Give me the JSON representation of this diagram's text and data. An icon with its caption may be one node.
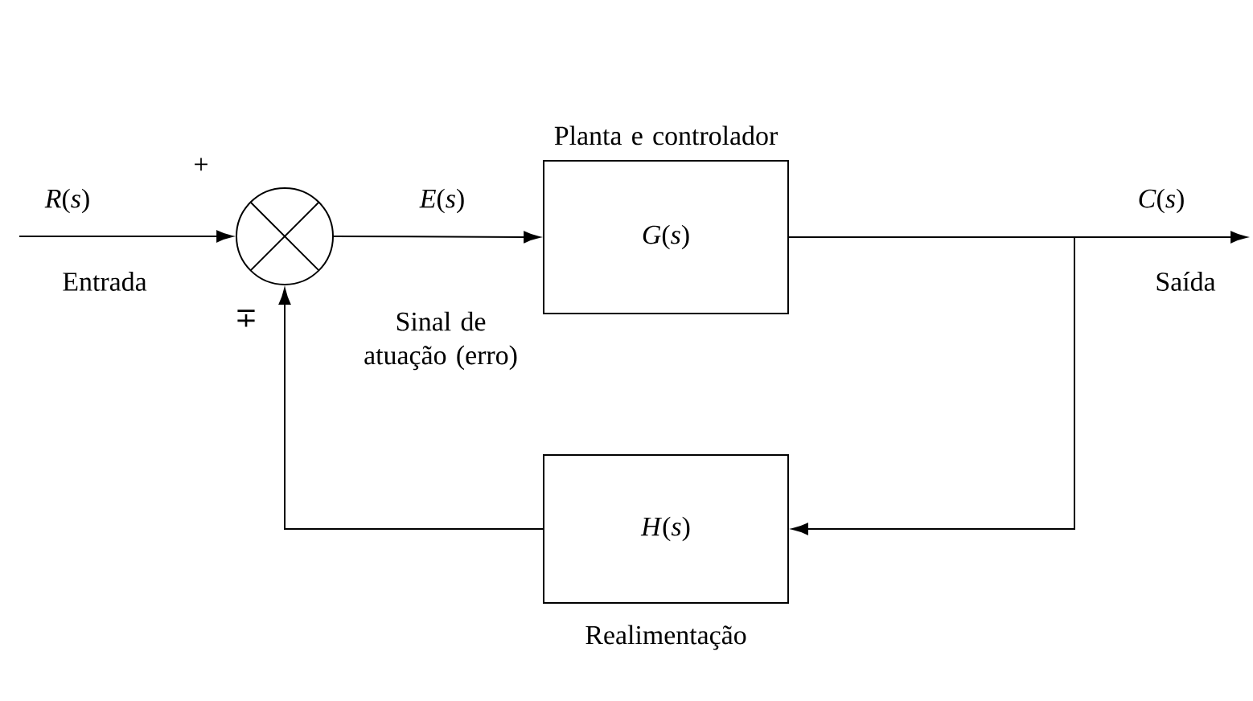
{
  "diagram": {
    "nodes": [
      {
        "text": [],
        "shape": "circle"
      },
      {
        "text": [
          "Planta e controlador",
          "*G*(*s*)"
        ]
      },
      {
        "text": [
          "*H*(*s*)",
          "Realimentação"
        ]
      }
    ],
    "edges": [
      {
        "from": null,
        "to": 0,
        "arrow": "to"
      },
      {
        "from": 0,
        "to": 1,
        "arrow": "to"
      },
      {
        "from": 1,
        "to": null,
        "arrow": "to"
      },
      {
        "from": 1,
        "to": 2,
        "arrow": "to"
      },
      {
        "from": 2,
        "to": 0,
        "arrow": "to"
      }
    ],
    "labels": [
      "*R*(*s*)",
      "+",
      "Entrada",
      "∓",
      "*E*(*s*)",
      "Sinal de atuação (erro)",
      "*C*(*s*)",
      "Saída"
    ]
  }
}
